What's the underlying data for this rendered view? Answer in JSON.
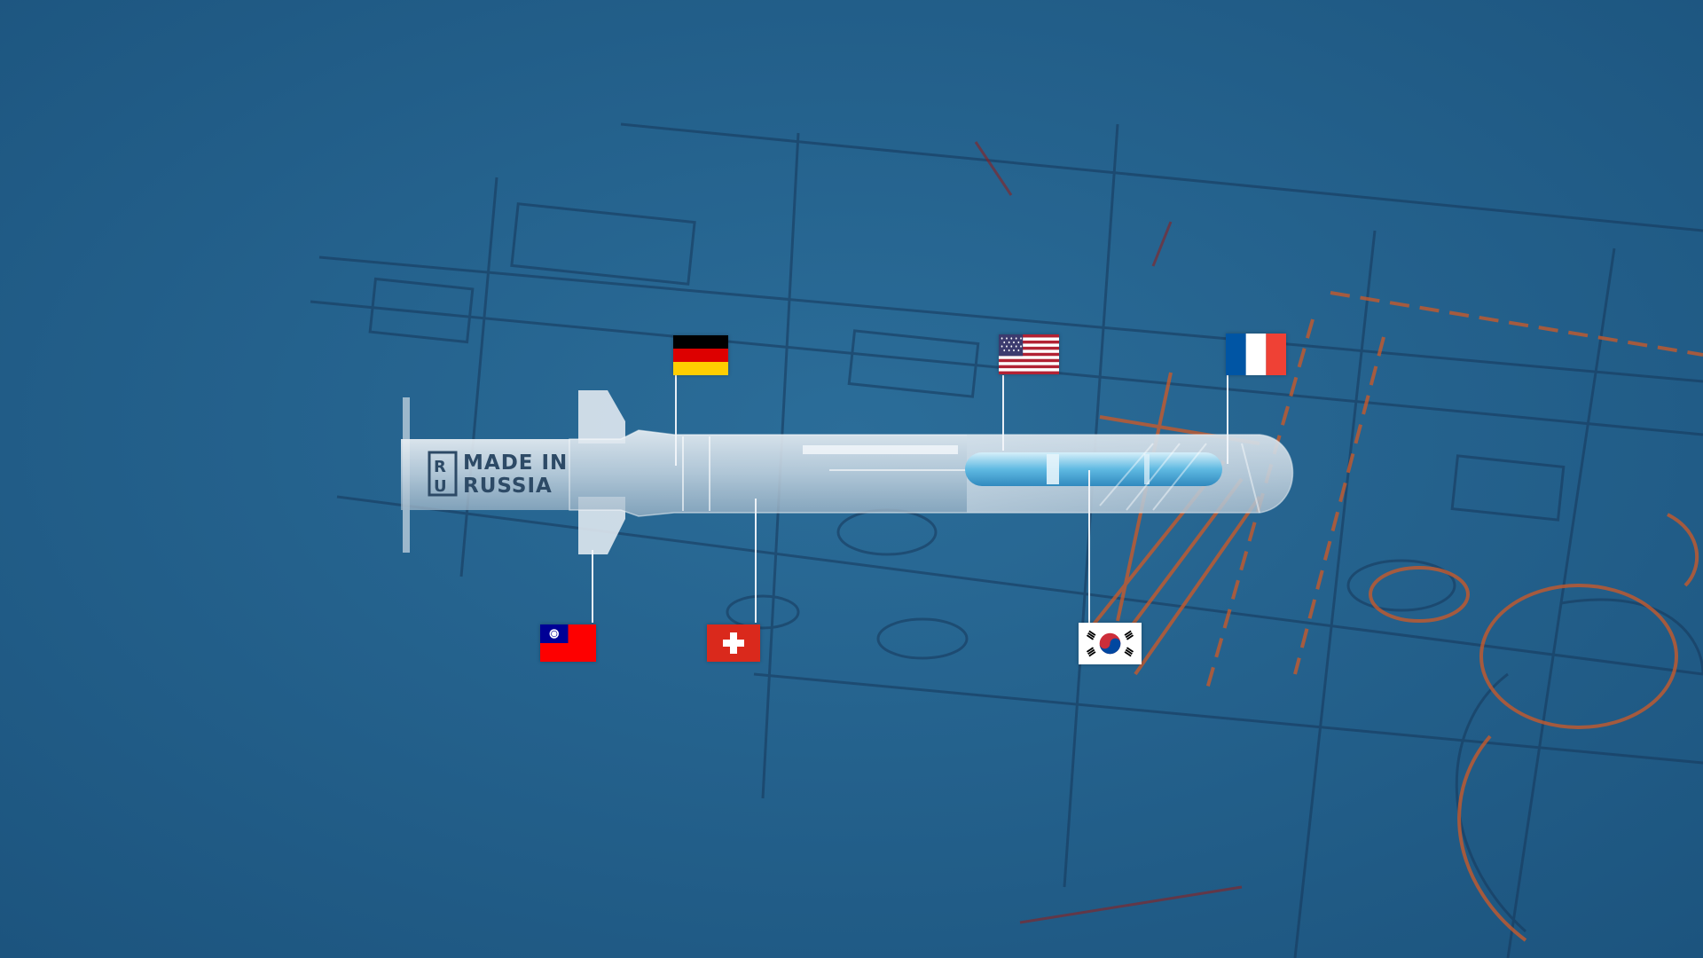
{
  "logo": {
    "badge": "RU",
    "line1": "MADE IN",
    "line2": "RUSSIA"
  },
  "flags": [
    {
      "id": "germany",
      "icon": "germany-flag-icon",
      "position_hint": "above-front-fin"
    },
    {
      "id": "usa",
      "icon": "usa-flag-icon",
      "position_hint": "above-mid-body"
    },
    {
      "id": "france",
      "icon": "france-flag-icon",
      "position_hint": "above-nose"
    },
    {
      "id": "taiwan",
      "icon": "taiwan-flag-icon",
      "position_hint": "below-fin"
    },
    {
      "id": "switzerland",
      "icon": "switzerland-flag-icon",
      "position_hint": "below-body"
    },
    {
      "id": "south-korea",
      "icon": "south-korea-flag-icon",
      "position_hint": "below-fuel-tank"
    }
  ],
  "colors": {
    "background": "#235f8a",
    "blueprint_lines": "#16375a",
    "blueprint_accent": "#c65a2c",
    "missile_body": "#dfe8ef",
    "leader_lines": "#f2f6fa"
  }
}
